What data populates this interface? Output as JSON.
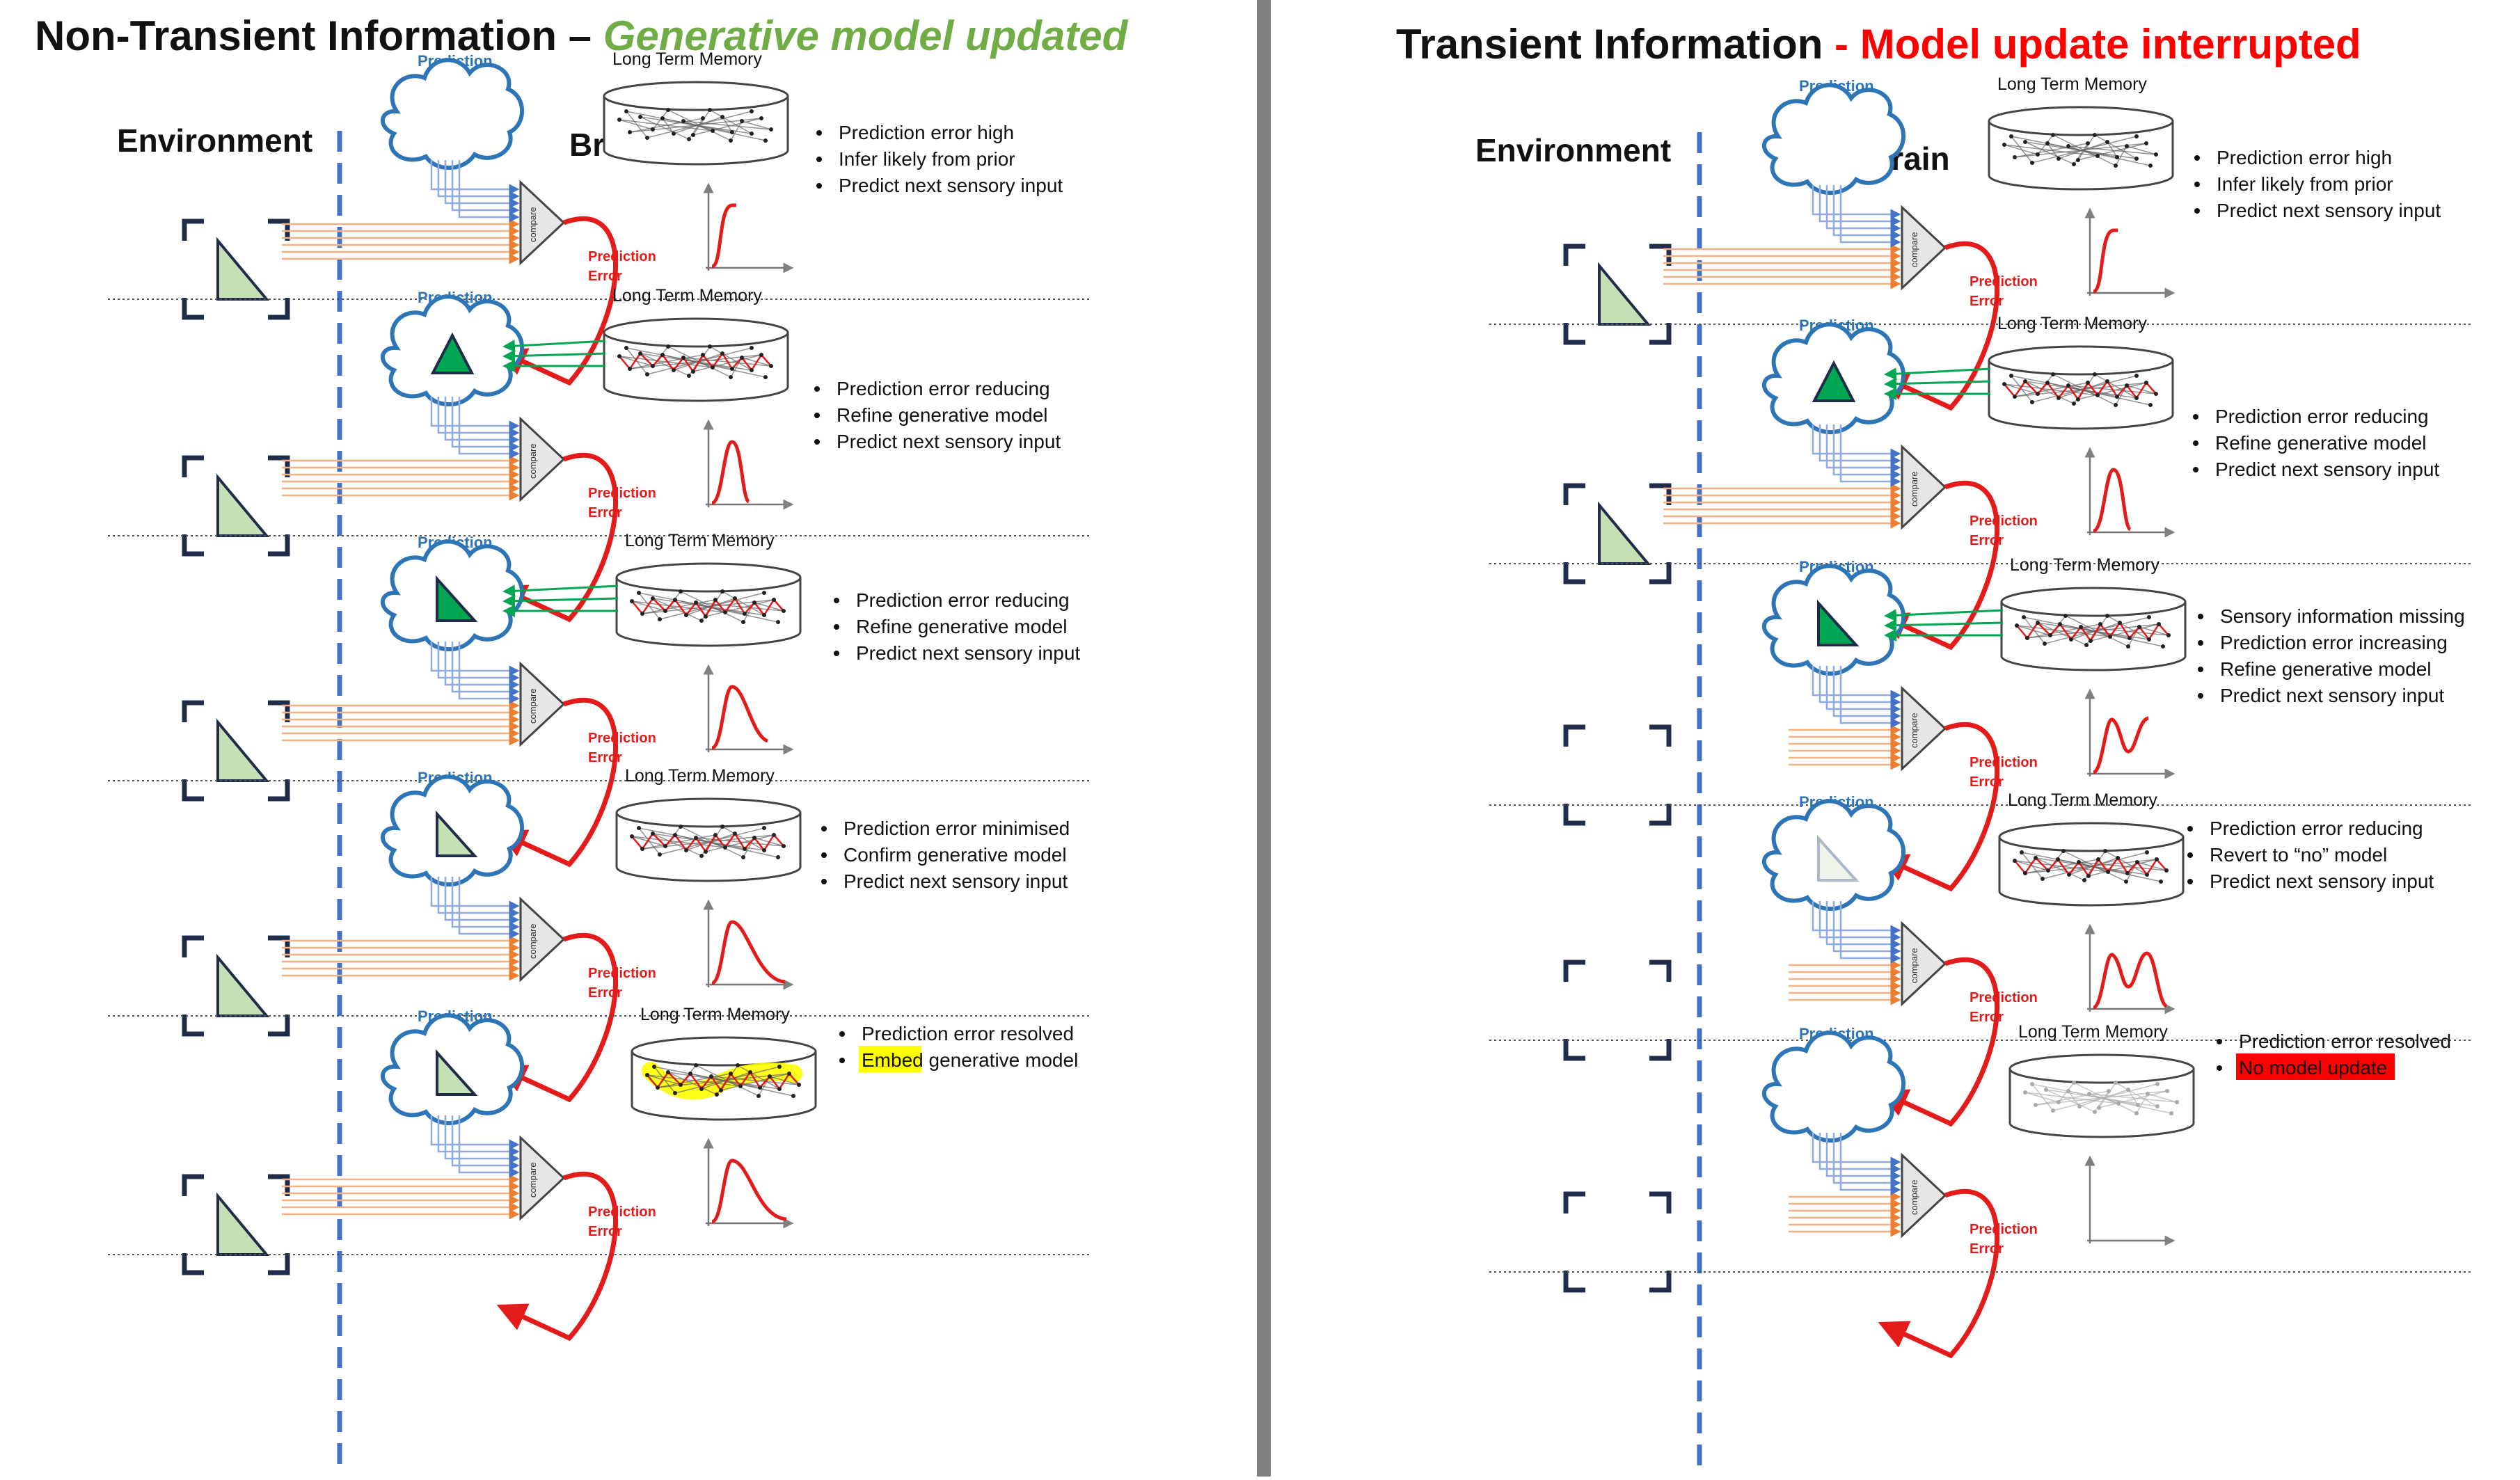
{
  "left": {
    "title_main": "Non-Transient Information – ",
    "title_highlight": "Generative model updated",
    "environment_label": "Environment",
    "brain_label": "Brain",
    "stages": [
      {
        "prediction": "Prediction",
        "ltm": "Long Term Memory",
        "compare": "compare",
        "error": [
          "Prediction",
          "Error"
        ],
        "bullets": [
          "Prediction error high",
          "Infer likely from prior",
          "Predict next sensory input"
        ],
        "highlight_word": ""
      },
      {
        "prediction": "Prediction",
        "ltm": "Long Term Memory",
        "compare": "compare",
        "error": [
          "Prediction",
          "Error"
        ],
        "bullets": [
          "Prediction error reducing",
          "Refine generative model",
          "Predict next sensory input"
        ],
        "highlight_word": ""
      },
      {
        "prediction": "Prediction",
        "ltm": "Long Term Memory",
        "compare": "compare",
        "error": [
          "Prediction",
          "Error"
        ],
        "bullets": [
          "Prediction error reducing",
          "Refine generative model",
          "Predict next sensory input"
        ],
        "highlight_word": ""
      },
      {
        "prediction": "Prediction",
        "ltm": "Long Term Memory",
        "compare": "compare",
        "error": [
          "Prediction",
          "Error"
        ],
        "bullets": [
          "Prediction error minimised",
          "Confirm generative model",
          "Predict next sensory input"
        ],
        "highlight_word": ""
      },
      {
        "prediction": "Prediction",
        "ltm": "Long Term Memory",
        "compare": "compare",
        "error": [
          "Prediction",
          "Error"
        ],
        "bullets": [
          "Prediction error resolved",
          "Embed generative model"
        ],
        "highlight_word": "Embed"
      }
    ]
  },
  "right": {
    "title_main": "Transient Information",
    "title_highlight": " - Model update interrupted",
    "environment_label": "Environment",
    "brain_label": "Brain",
    "stages": [
      {
        "prediction": "Prediction",
        "ltm": "Long Term Memory",
        "compare": "compare",
        "error": [
          "Prediction",
          "Error"
        ],
        "bullets": [
          "Prediction error high",
          "Infer likely from prior",
          "Predict next sensory input"
        ],
        "highlight_word": ""
      },
      {
        "prediction": "Prediction",
        "ltm": "Long Term Memory",
        "compare": "compare",
        "error": [
          "Prediction",
          "Error"
        ],
        "bullets": [
          "Prediction error reducing",
          "Refine generative model",
          "Predict next sensory input"
        ],
        "highlight_word": ""
      },
      {
        "prediction": "Prediction",
        "ltm": "Long Term Memory",
        "compare": "compare",
        "error": [
          "Prediction",
          "Error"
        ],
        "bullets": [
          "Sensory information missing",
          "Prediction error increasing",
          "Refine generative model",
          "Predict next sensory input"
        ],
        "highlight_word": ""
      },
      {
        "prediction": "Prediction",
        "ltm": "Long Term Memory",
        "compare": "compare",
        "error": [
          "Prediction",
          "Error"
        ],
        "bullets": [
          "Prediction error reducing",
          "Revert to “no” model",
          "Predict next sensory input"
        ],
        "highlight_word": ""
      },
      {
        "prediction": "Prediction",
        "ltm": "Long Term Memory",
        "compare": "compare",
        "error": [
          "Prediction",
          "Error"
        ],
        "bullets": [
          "Prediction error resolved",
          "No model update"
        ],
        "highlight_word": "No model update"
      }
    ]
  },
  "colors": {
    "title_left_accent": "#70ad47",
    "title_right_accent": "#ff0000",
    "dashed_divider": "#4472c4",
    "panel_separator": "#808080",
    "cloud_stroke": "#2e75b6",
    "triangle_fill": "#c5e0b4",
    "triangle_dark_fill": "#00a651",
    "error_arrow": "#e31b1b",
    "memory_link": "#00a651",
    "sensory_line": "#f4b183",
    "yellow_highlight": "#ffff00",
    "red_highlight": "#ff0000"
  }
}
